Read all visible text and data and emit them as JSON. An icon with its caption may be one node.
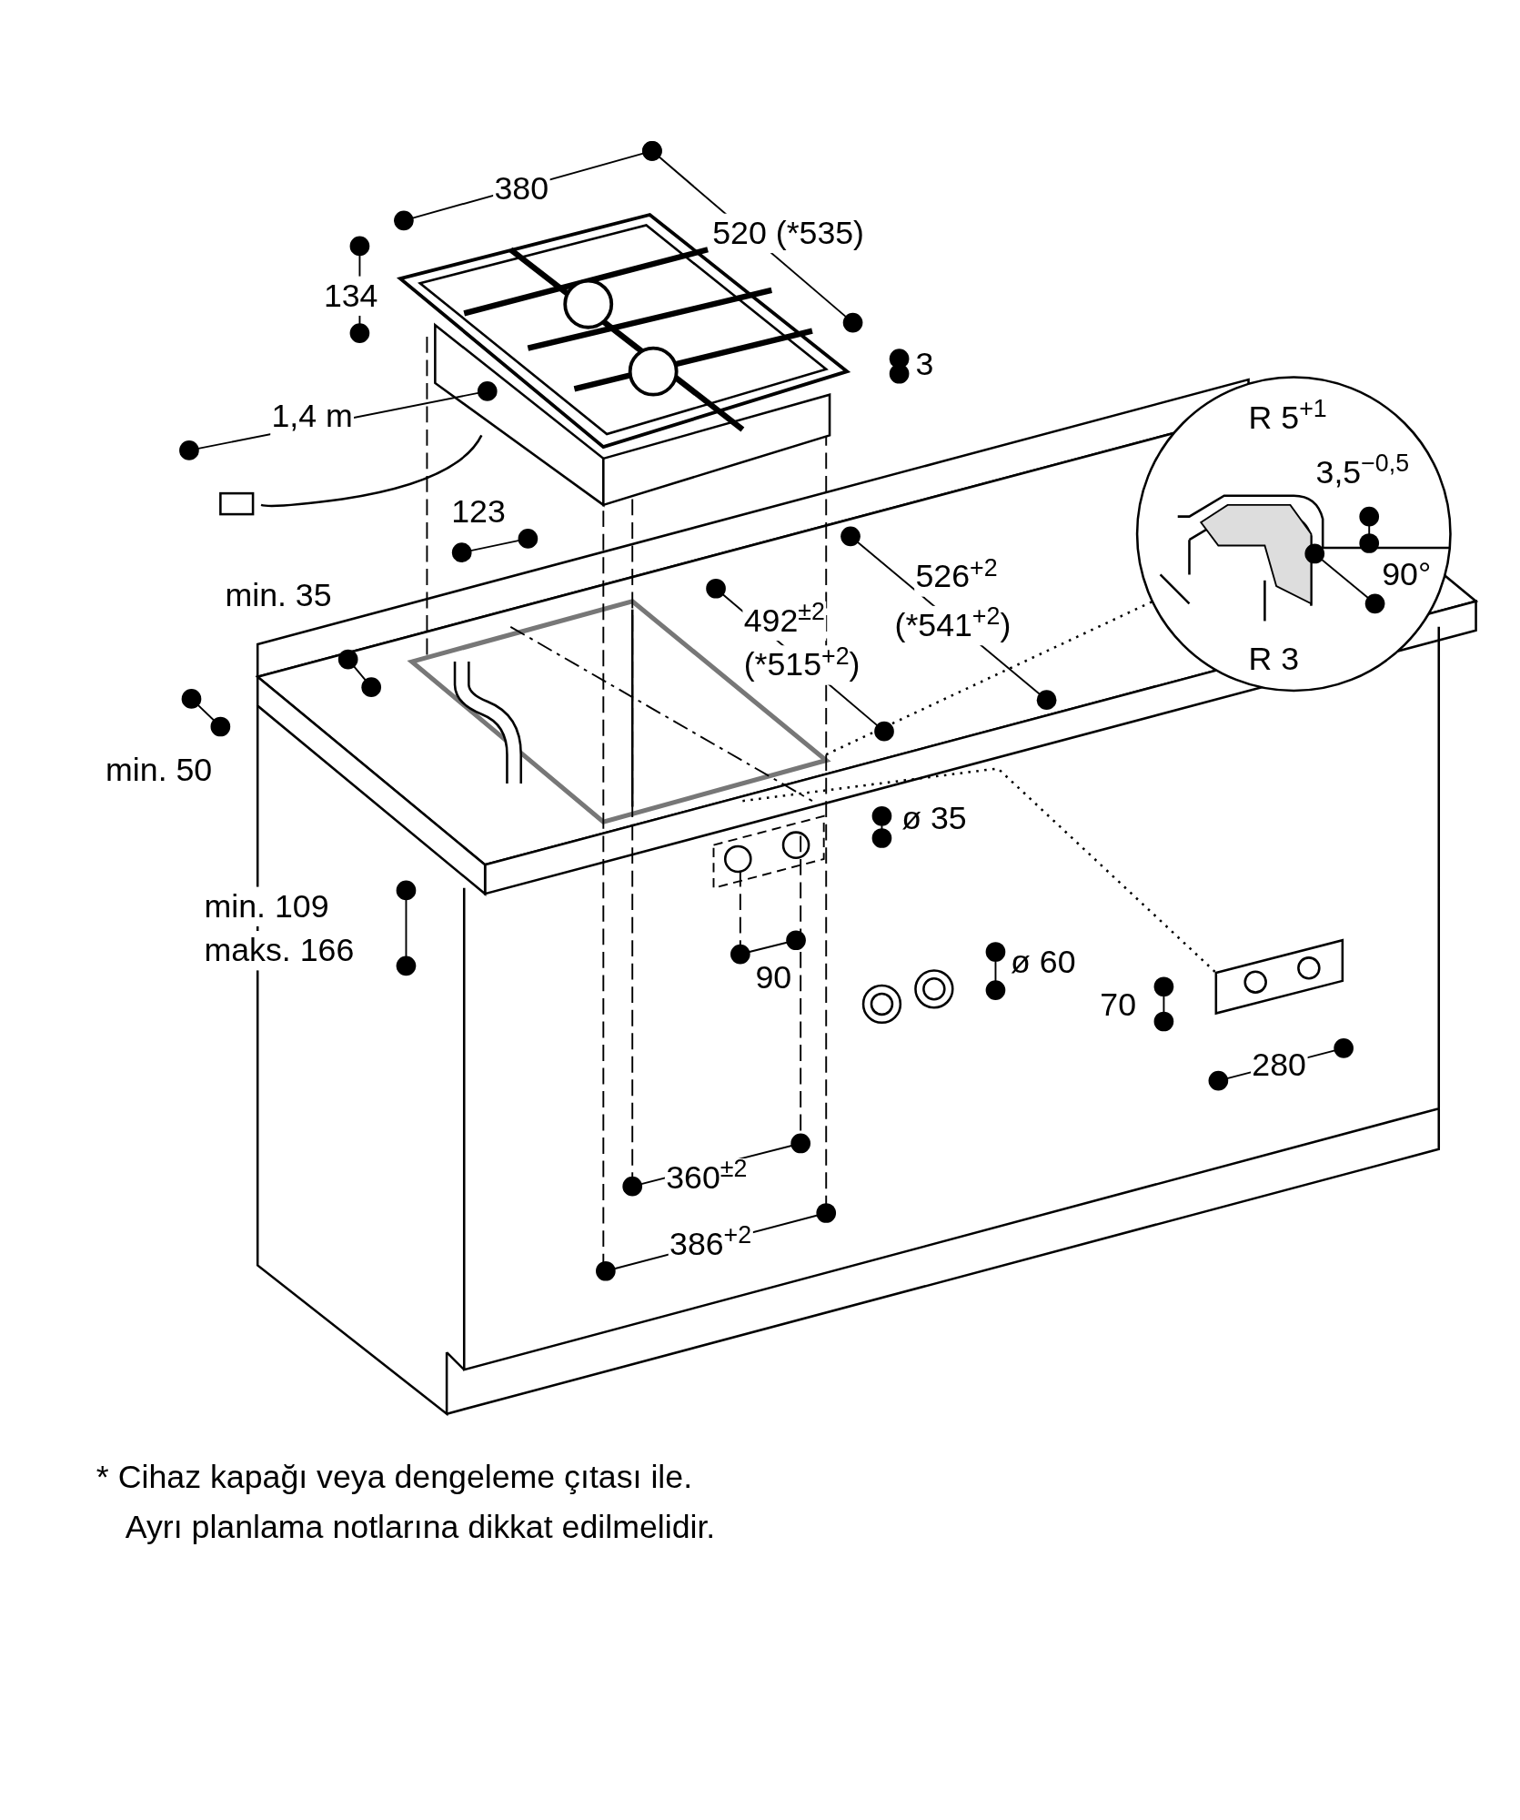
{
  "diagram": {
    "labels": [
      "380",
      "520 (*535)",
      "134",
      "3",
      "1,4 m",
      "123",
      "min. 35",
      "526$^{+2}$",
      "(*541$^{+2}$)",
      "492$^{±2}$",
      "(*515$^{+2}$)",
      "min. 50",
      "R 5$^{+1}$",
      "3,5$^{−0,5}$",
      "90°",
      "R 3",
      "ø 35",
      "min. 109",
      "maks. 166",
      "90",
      "ø 60",
      "70",
      "280",
      "360$^{±2}$",
      "386$^{+2}$",
      "* Cihaz kapağı veya dengeleme çıtası ile.",
      "Ayrı planlama notlarına dikkat edilmelidir."
    ]
  }
}
